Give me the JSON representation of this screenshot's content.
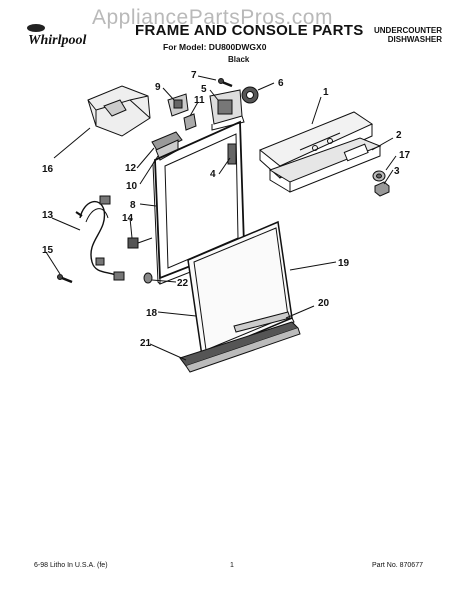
{
  "watermark": "AppliancePartsPros.com",
  "header": {
    "brand": "Whirlpool",
    "title": "FRAME AND CONSOLE PARTS",
    "model": "For Model: DU800DWGX0",
    "color": "Black",
    "category_line1": "UNDERCOUNTER",
    "category_line2": "DISHWASHER"
  },
  "footer": {
    "litho": "6-98 Litho In U.S.A. (fe)",
    "page": "1",
    "part_no": "Part No. 870677"
  },
  "callouts": [
    "1",
    "2",
    "3",
    "4",
    "5",
    "6",
    "7",
    "8",
    "9",
    "10",
    "11",
    "12",
    "13",
    "14",
    "15",
    "16",
    "17",
    "18",
    "19",
    "20",
    "21",
    "22"
  ]
}
